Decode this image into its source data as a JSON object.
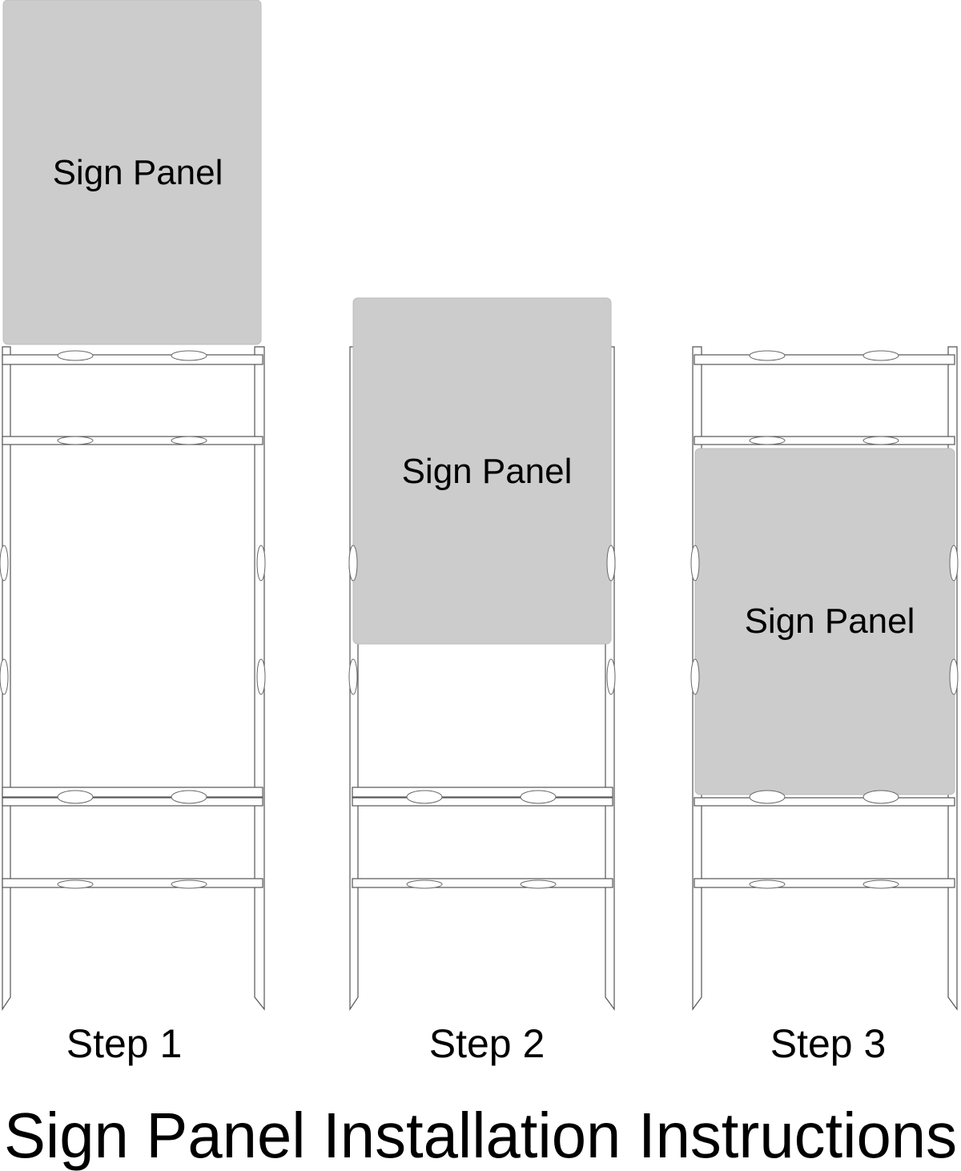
{
  "title": "Sign Panel Installation Instructions",
  "steps": [
    {
      "label": "Step 1",
      "panel_label": "Sign Panel"
    },
    {
      "label": "Step 2",
      "panel_label": "Sign Panel"
    },
    {
      "label": "Step 3",
      "panel_label": "Sign Panel"
    }
  ],
  "colors": {
    "panel_fill": "#cccccc",
    "frame_stroke": "#555555",
    "text": "#000000"
  }
}
